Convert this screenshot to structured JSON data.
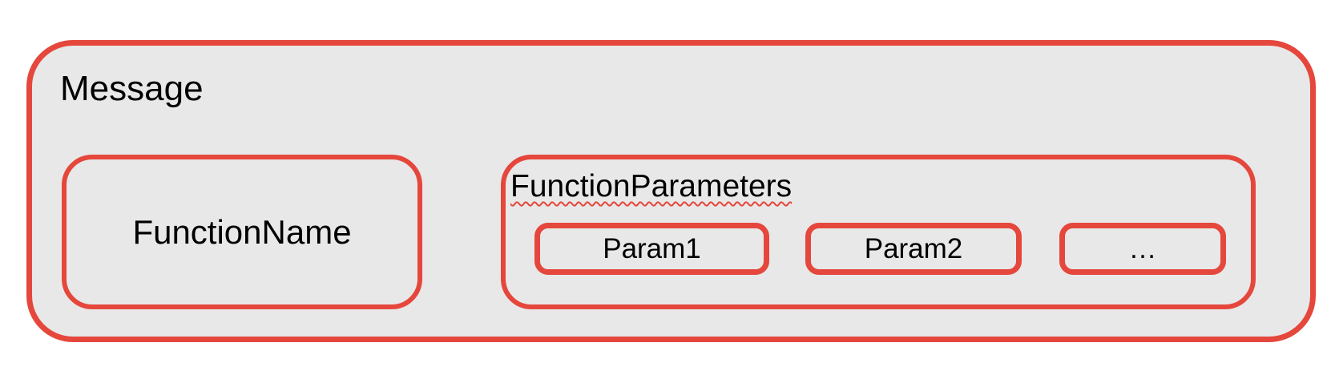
{
  "diagram": {
    "message": {
      "label": "Message"
    },
    "function_name": {
      "label": "FunctionName"
    },
    "function_parameters": {
      "label": "FunctionParameters",
      "params": [
        {
          "label": "Param1"
        },
        {
          "label": "Param2"
        },
        {
          "label": "…"
        }
      ]
    }
  },
  "colors": {
    "accent": "#e5473c",
    "box_fill": "#e8e8e8",
    "text": "#000000",
    "background": "#ffffff"
  }
}
